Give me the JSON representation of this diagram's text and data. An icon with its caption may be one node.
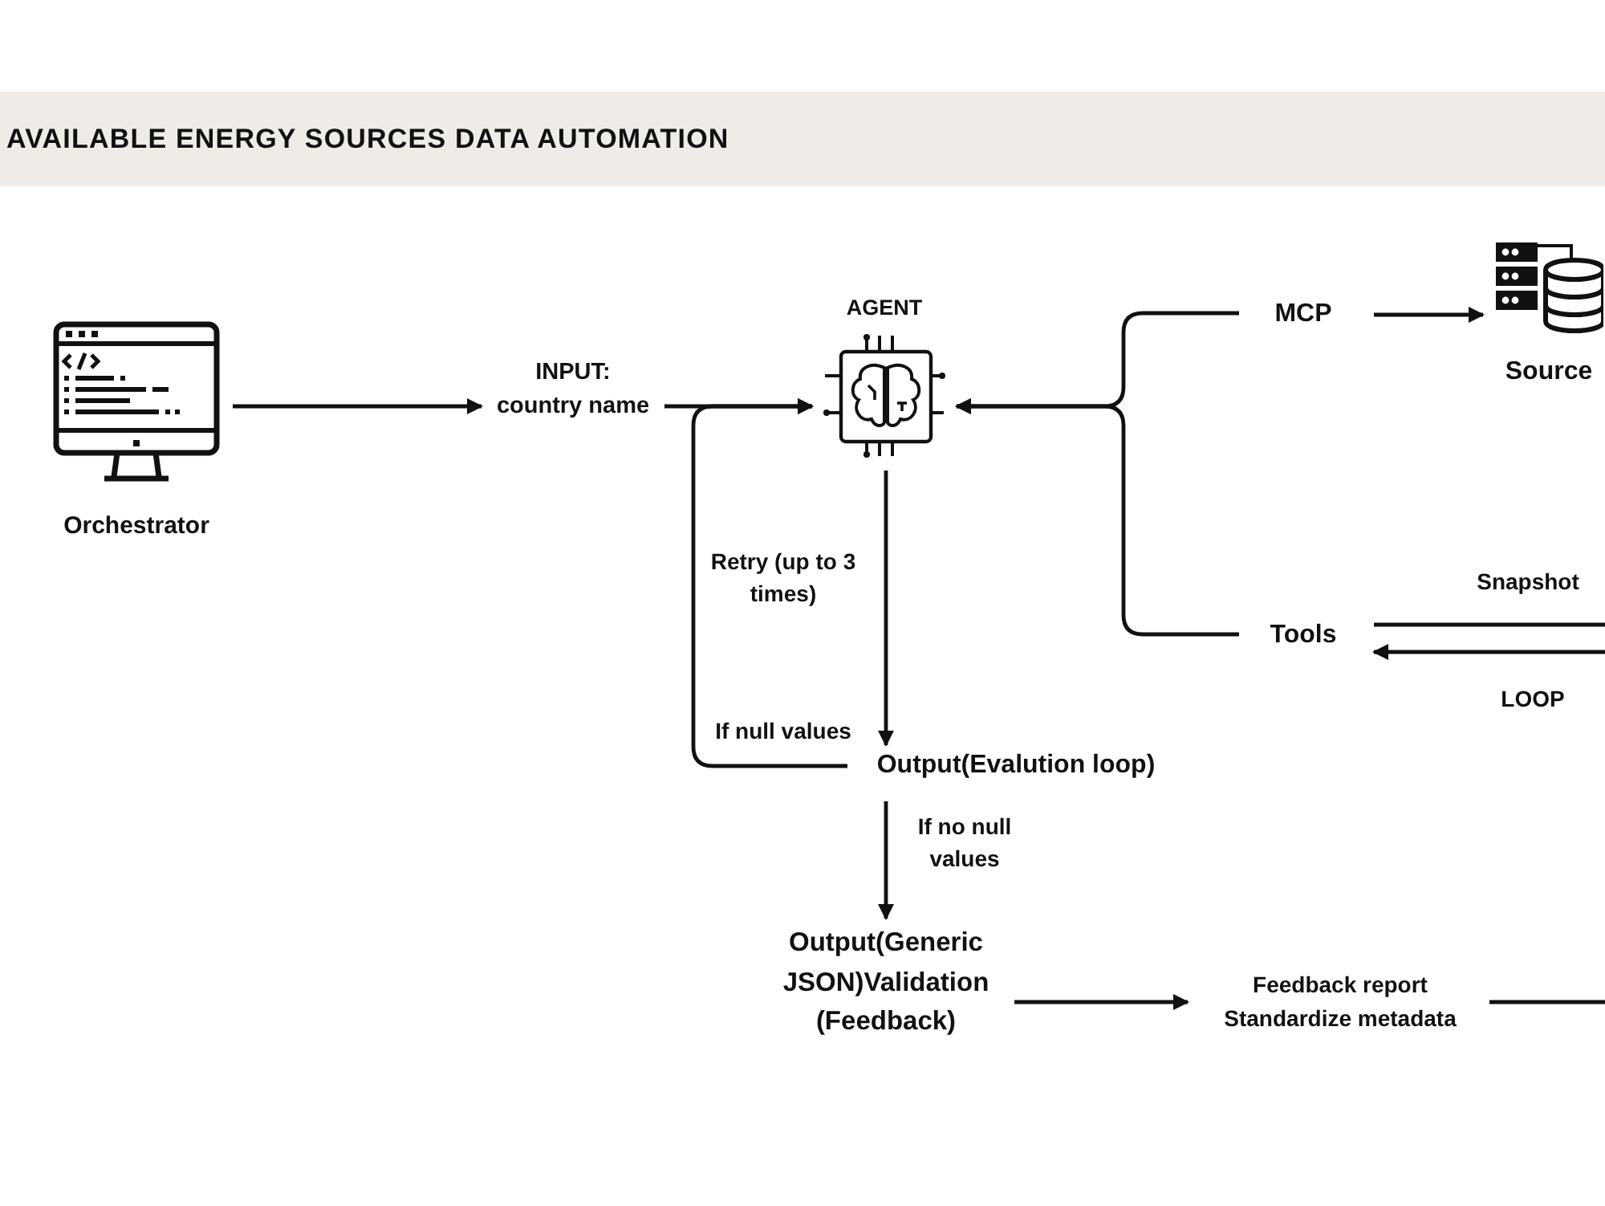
{
  "diagram": {
    "title": "AVAILABLE ENERGY SOURCES DATA AUTOMATION",
    "nodes": [
      {
        "text": [
          "Orchestrator"
        ]
      },
      {
        "text": [
          "INPUT:",
          "country name"
        ]
      },
      {
        "text": [
          "AGENT"
        ]
      },
      {
        "text": [
          "MCP"
        ]
      },
      {
        "text": [
          "Source"
        ]
      },
      {
        "text": [
          "Tools"
        ]
      },
      {
        "text": [
          "Output(Evalution loop)"
        ]
      },
      {
        "text": [
          "Output(Generic JSON)Validation (Feedback)"
        ]
      },
      {
        "text": [
          "Feedback report Standardize metadata"
        ]
      }
    ],
    "edges": [
      {
        "from": 0,
        "to": 1,
        "arrow": "to"
      },
      {
        "from": 1,
        "to": 2,
        "arrow": "to"
      },
      {
        "from": 6,
        "to": 2,
        "arrow": "to",
        "label": "If null values"
      },
      {
        "from": 2,
        "to": 6,
        "arrow": "to"
      },
      {
        "from": 3,
        "to": 2,
        "arrow": "to"
      },
      {
        "from": 5,
        "to": 2,
        "arrow": "to"
      },
      {
        "from": 3,
        "to": 4,
        "arrow": "to"
      },
      {
        "from": 5,
        "to": null,
        "arrow": "none",
        "label": "Snapshot"
      },
      {
        "from": null,
        "to": 5,
        "arrow": "to",
        "label": "LOOP"
      },
      {
        "from": 6,
        "to": 7,
        "arrow": "to",
        "label": "If no null values"
      },
      {
        "from": 7,
        "to": 8,
        "arrow": "to"
      },
      {
        "from": 8,
        "to": null,
        "arrow": "none"
      }
    ],
    "labels": [
      "Retry (up to 3 times)"
    ]
  }
}
